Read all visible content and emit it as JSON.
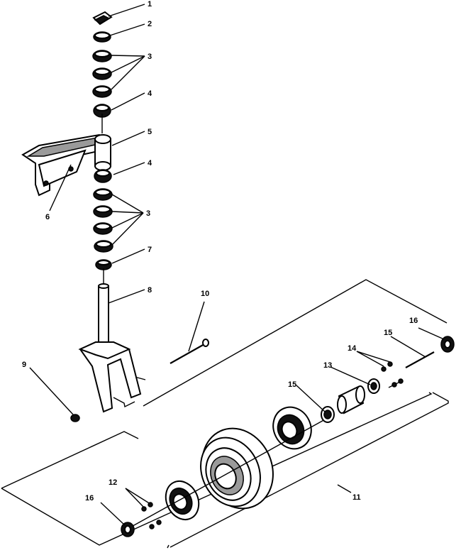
{
  "callouts": {
    "c1": "1",
    "c2": "2",
    "c3a": "3",
    "c4a": "4",
    "c5": "5",
    "c6": "6",
    "c4b": "4",
    "c3b": "3",
    "c7": "7",
    "c8": "8",
    "c9": "9",
    "c10a": "10",
    "c16a": "16",
    "c14": "14",
    "c15a": "15",
    "c13": "13",
    "c15b": "15",
    "c11": "11",
    "c12": "12",
    "c16b": "16"
  }
}
